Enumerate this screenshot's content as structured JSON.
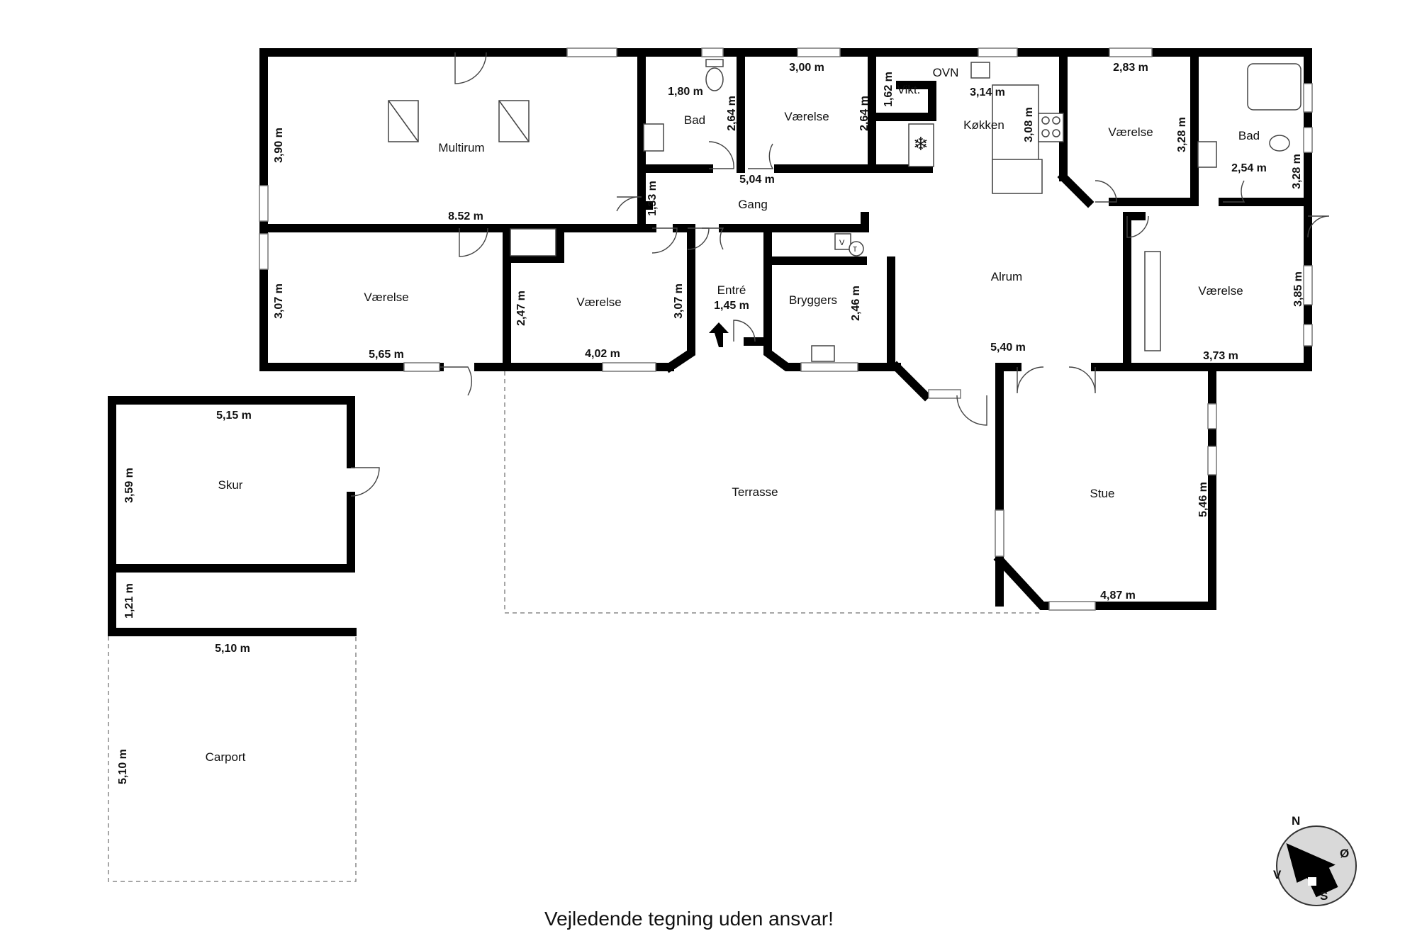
{
  "rooms": {
    "multirum": "Multirum",
    "bad1": "Bad",
    "vaerelse_top": "Værelse",
    "vikt": "Vikt.",
    "ovn": "OVN",
    "kokken": "Køkken",
    "vaerelse_tr": "Værelse",
    "bad2": "Bad",
    "gang": "Gang",
    "vaerelse_left": "Værelse",
    "vaerelse_mid": "Værelse",
    "entre": "Entré",
    "bryggers": "Bryggers",
    "alrum": "Alrum",
    "vaerelse_right": "Værelse",
    "stue": "Stue",
    "terrasse": "Terrasse",
    "skur": "Skur",
    "carport": "Carport"
  },
  "dimensions": {
    "multirum_h": "3,90 m",
    "multirum_w": "8.52 m",
    "bad1_w": "1,80 m",
    "bad1_h": "2,64 m",
    "vaerelse_top_w": "3,00 m",
    "vaerelse_top_h": "2,64 m",
    "vikt_h": "1,62 m",
    "kokken_w": "3,14 m",
    "kokken_h": "3,08 m",
    "vaerelse_tr_w": "2,83 m",
    "vaerelse_tr_h": "3,28 m",
    "bad2_w": "2,54 m",
    "bad2_h": "3,28 m",
    "gang_w": "5,04 m",
    "gang_h": "1,33 m",
    "vaerelse_left_h": "3,07 m",
    "vaerelse_left_w": "5,65 m",
    "vaerelse_mid_h": "2,47 m",
    "vaerelse_mid_h2": "3,07 m",
    "vaerelse_mid_w": "4,02 m",
    "entre_w": "1,45 m",
    "bryggers_h": "2,46 m",
    "alrum_w": "5,40 m",
    "vaerelse_right_h": "3,85 m",
    "vaerelse_right_w": "3,73 m",
    "stue_h": "5,46 m",
    "stue_w": "4,87 m",
    "skur_w": "5,15 m",
    "skur_h": "3,59 m",
    "gap_h": "1,21 m",
    "carport_w": "5,10 m",
    "carport_h": "5,10 m"
  },
  "compass": {
    "n": "N",
    "o": "Ø",
    "s": "S",
    "v": "V"
  },
  "appliances": {
    "v": "V",
    "t": "T"
  },
  "caption": "Vejledende tegning uden ansvar!"
}
